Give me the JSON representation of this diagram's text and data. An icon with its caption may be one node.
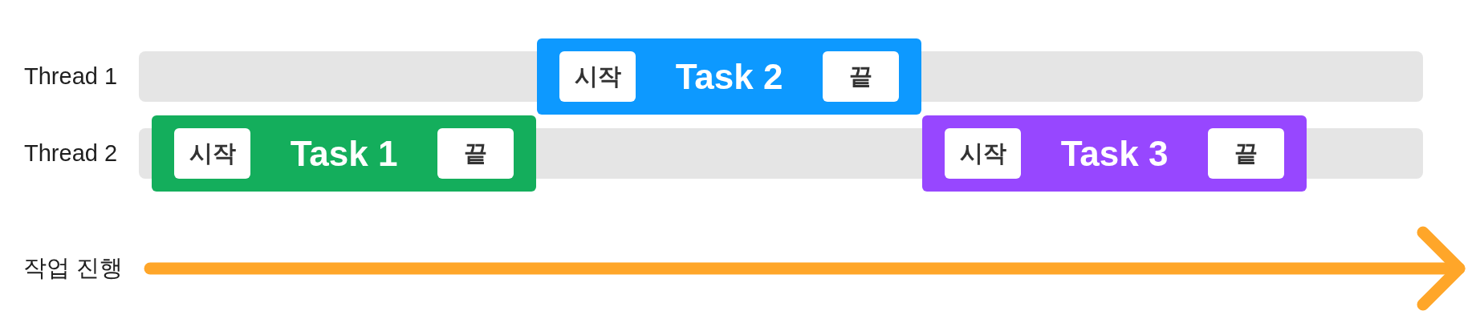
{
  "diagram": {
    "nodes": [
      {
        "text": [
          "Thread 1"
        ]
      },
      {
        "text": [
          "Task 2"
        ]
      },
      {
        "text": [
          "시작"
        ]
      },
      {
        "text": [
          "끝"
        ]
      },
      {
        "text": [
          "Thread 2"
        ]
      },
      {
        "text": [
          "Task 1"
        ]
      },
      {
        "text": [
          "시작"
        ]
      },
      {
        "text": [
          "끝"
        ]
      },
      {
        "text": [
          "Task 3"
        ]
      },
      {
        "text": [
          "시작"
        ]
      },
      {
        "text": [
          "끝"
        ]
      }
    ],
    "labels": [
      "작업 진행"
    ]
  }
}
